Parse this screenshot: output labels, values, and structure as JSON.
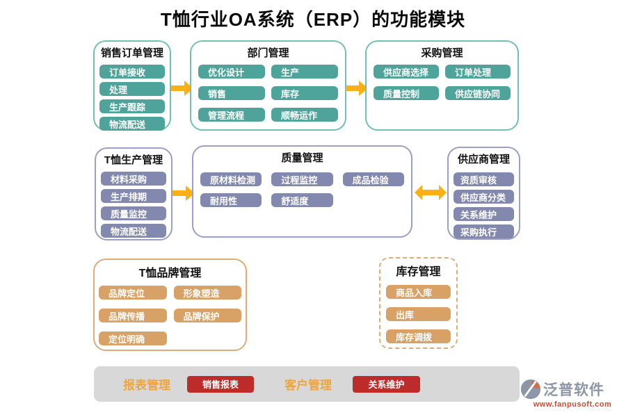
{
  "title": "T恤行业OA系统（ERP）的功能模块",
  "modules": {
    "sales_order": {
      "title": "销售订单管理",
      "items": [
        "订单接收",
        "处理",
        "生产跟踪",
        "物流配送"
      ]
    },
    "department": {
      "title": "部门管理",
      "items": [
        "优化设计",
        "生产",
        "销售",
        "库存",
        "管理流程",
        "顺畅运作"
      ]
    },
    "procurement": {
      "title": "采购管理",
      "items": [
        "供应商选择",
        "订单处理",
        "质量控制",
        "供应链协同"
      ]
    },
    "production": {
      "title": "T恤生产管理",
      "items": [
        "材料采购",
        "生产排期",
        "质量监控",
        "物流配送"
      ]
    },
    "quality": {
      "title": "质量管理",
      "items": [
        "原材料检测",
        "过程监控",
        "成品检验",
        "耐用性",
        "舒适度"
      ]
    },
    "supplier": {
      "title": "供应商管理",
      "items": [
        "资质审核",
        "供应商分类",
        "关系维护",
        "采购执行"
      ]
    },
    "brand": {
      "title": "T恤品牌管理",
      "items": [
        "品牌定位",
        "形象塑造",
        "品牌传播",
        "品牌保护",
        "定位明确"
      ]
    },
    "inventory": {
      "title": "库存管理",
      "items": [
        "商品入库",
        "出库",
        "库存调拨"
      ]
    }
  },
  "footer": {
    "report_label": "报表管理",
    "report_button": "销售报表",
    "customer_label": "客户管理",
    "customer_button": "关系维护"
  },
  "logo": {
    "brand": "泛普软件",
    "url": "www.fanpusoft.com"
  },
  "colors": {
    "teal_chip": "#4ea49a",
    "teal_border": "#72c0b5",
    "purple_chip": "#8288ae",
    "purple_border": "#9b9fc3",
    "orange_chip": "#d8a165",
    "orange_border": "#e0ab79",
    "red_button": "#be2b2b",
    "arrow": "#fbb116",
    "footer_bg": "#d8d8d8",
    "footer_label": "#f0a43c",
    "logo_gray": "#8c96a6",
    "logo_url_red": "#c94b32"
  }
}
